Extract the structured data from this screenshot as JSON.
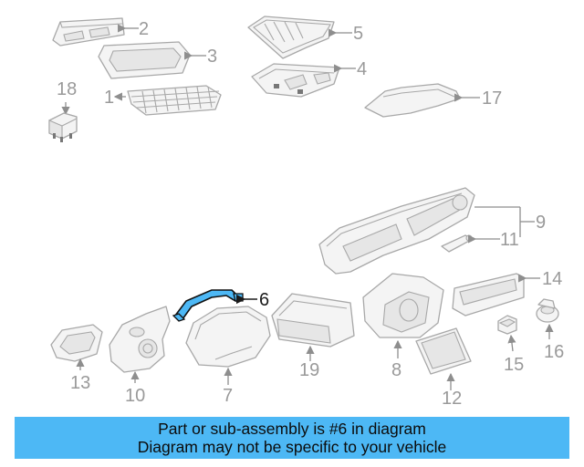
{
  "diagram": {
    "highlight_color": "#4db8f5",
    "callouts": {
      "c1": "1",
      "c2": "2",
      "c3": "3",
      "c4": "4",
      "c5": "5",
      "c6": "6",
      "c7": "7",
      "c8": "8",
      "c9": "9",
      "c10": "10",
      "c11": "11",
      "c12": "12",
      "c13": "13",
      "c14": "14",
      "c15": "15",
      "c16": "16",
      "c17": "17",
      "c18": "18",
      "c19": "19"
    },
    "highlighted_callout": "6"
  },
  "banner": {
    "line1": "Part or sub-assembly is #6 in diagram",
    "line2": "Diagram may not be specific to your vehicle",
    "background": "#4db8f5"
  }
}
